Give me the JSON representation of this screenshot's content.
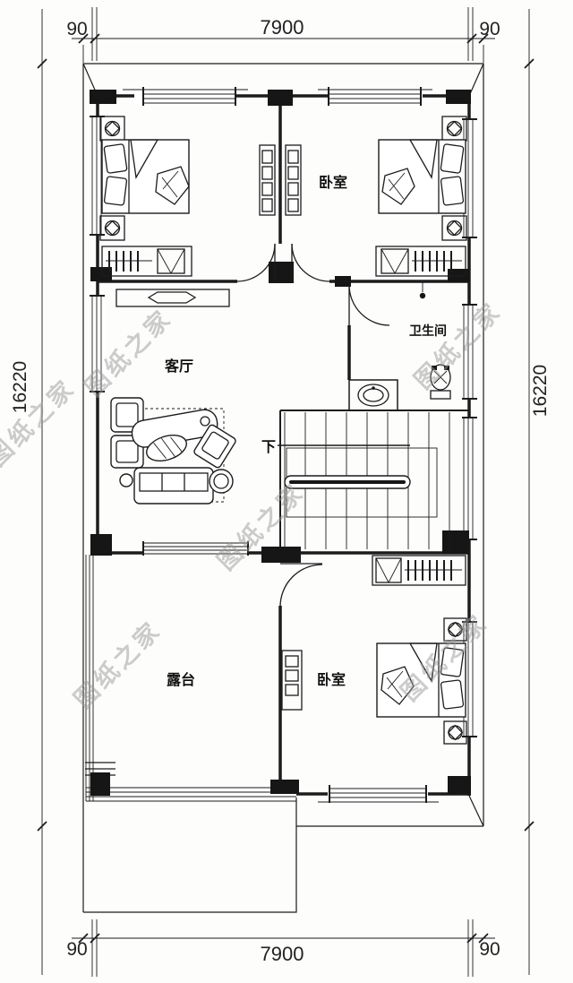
{
  "drawing": {
    "watermark": "图纸之家",
    "dims": {
      "top_main": "7900",
      "top_left": "90",
      "top_right": "90",
      "bottom_main": "7900",
      "bottom_left": "90",
      "bottom_right": "90",
      "left_main": "16220",
      "right_main": "16220"
    },
    "labels": {
      "bedroom_top": "卧室",
      "bathroom": "卫生间",
      "living": "客厅",
      "terrace": "露台",
      "bedroom_bottom": "卧室",
      "stair_down": "下"
    },
    "colors": {
      "line": "#1c1c1c",
      "paper": "#ffffff",
      "watermark": "#9a9a9a"
    }
  }
}
